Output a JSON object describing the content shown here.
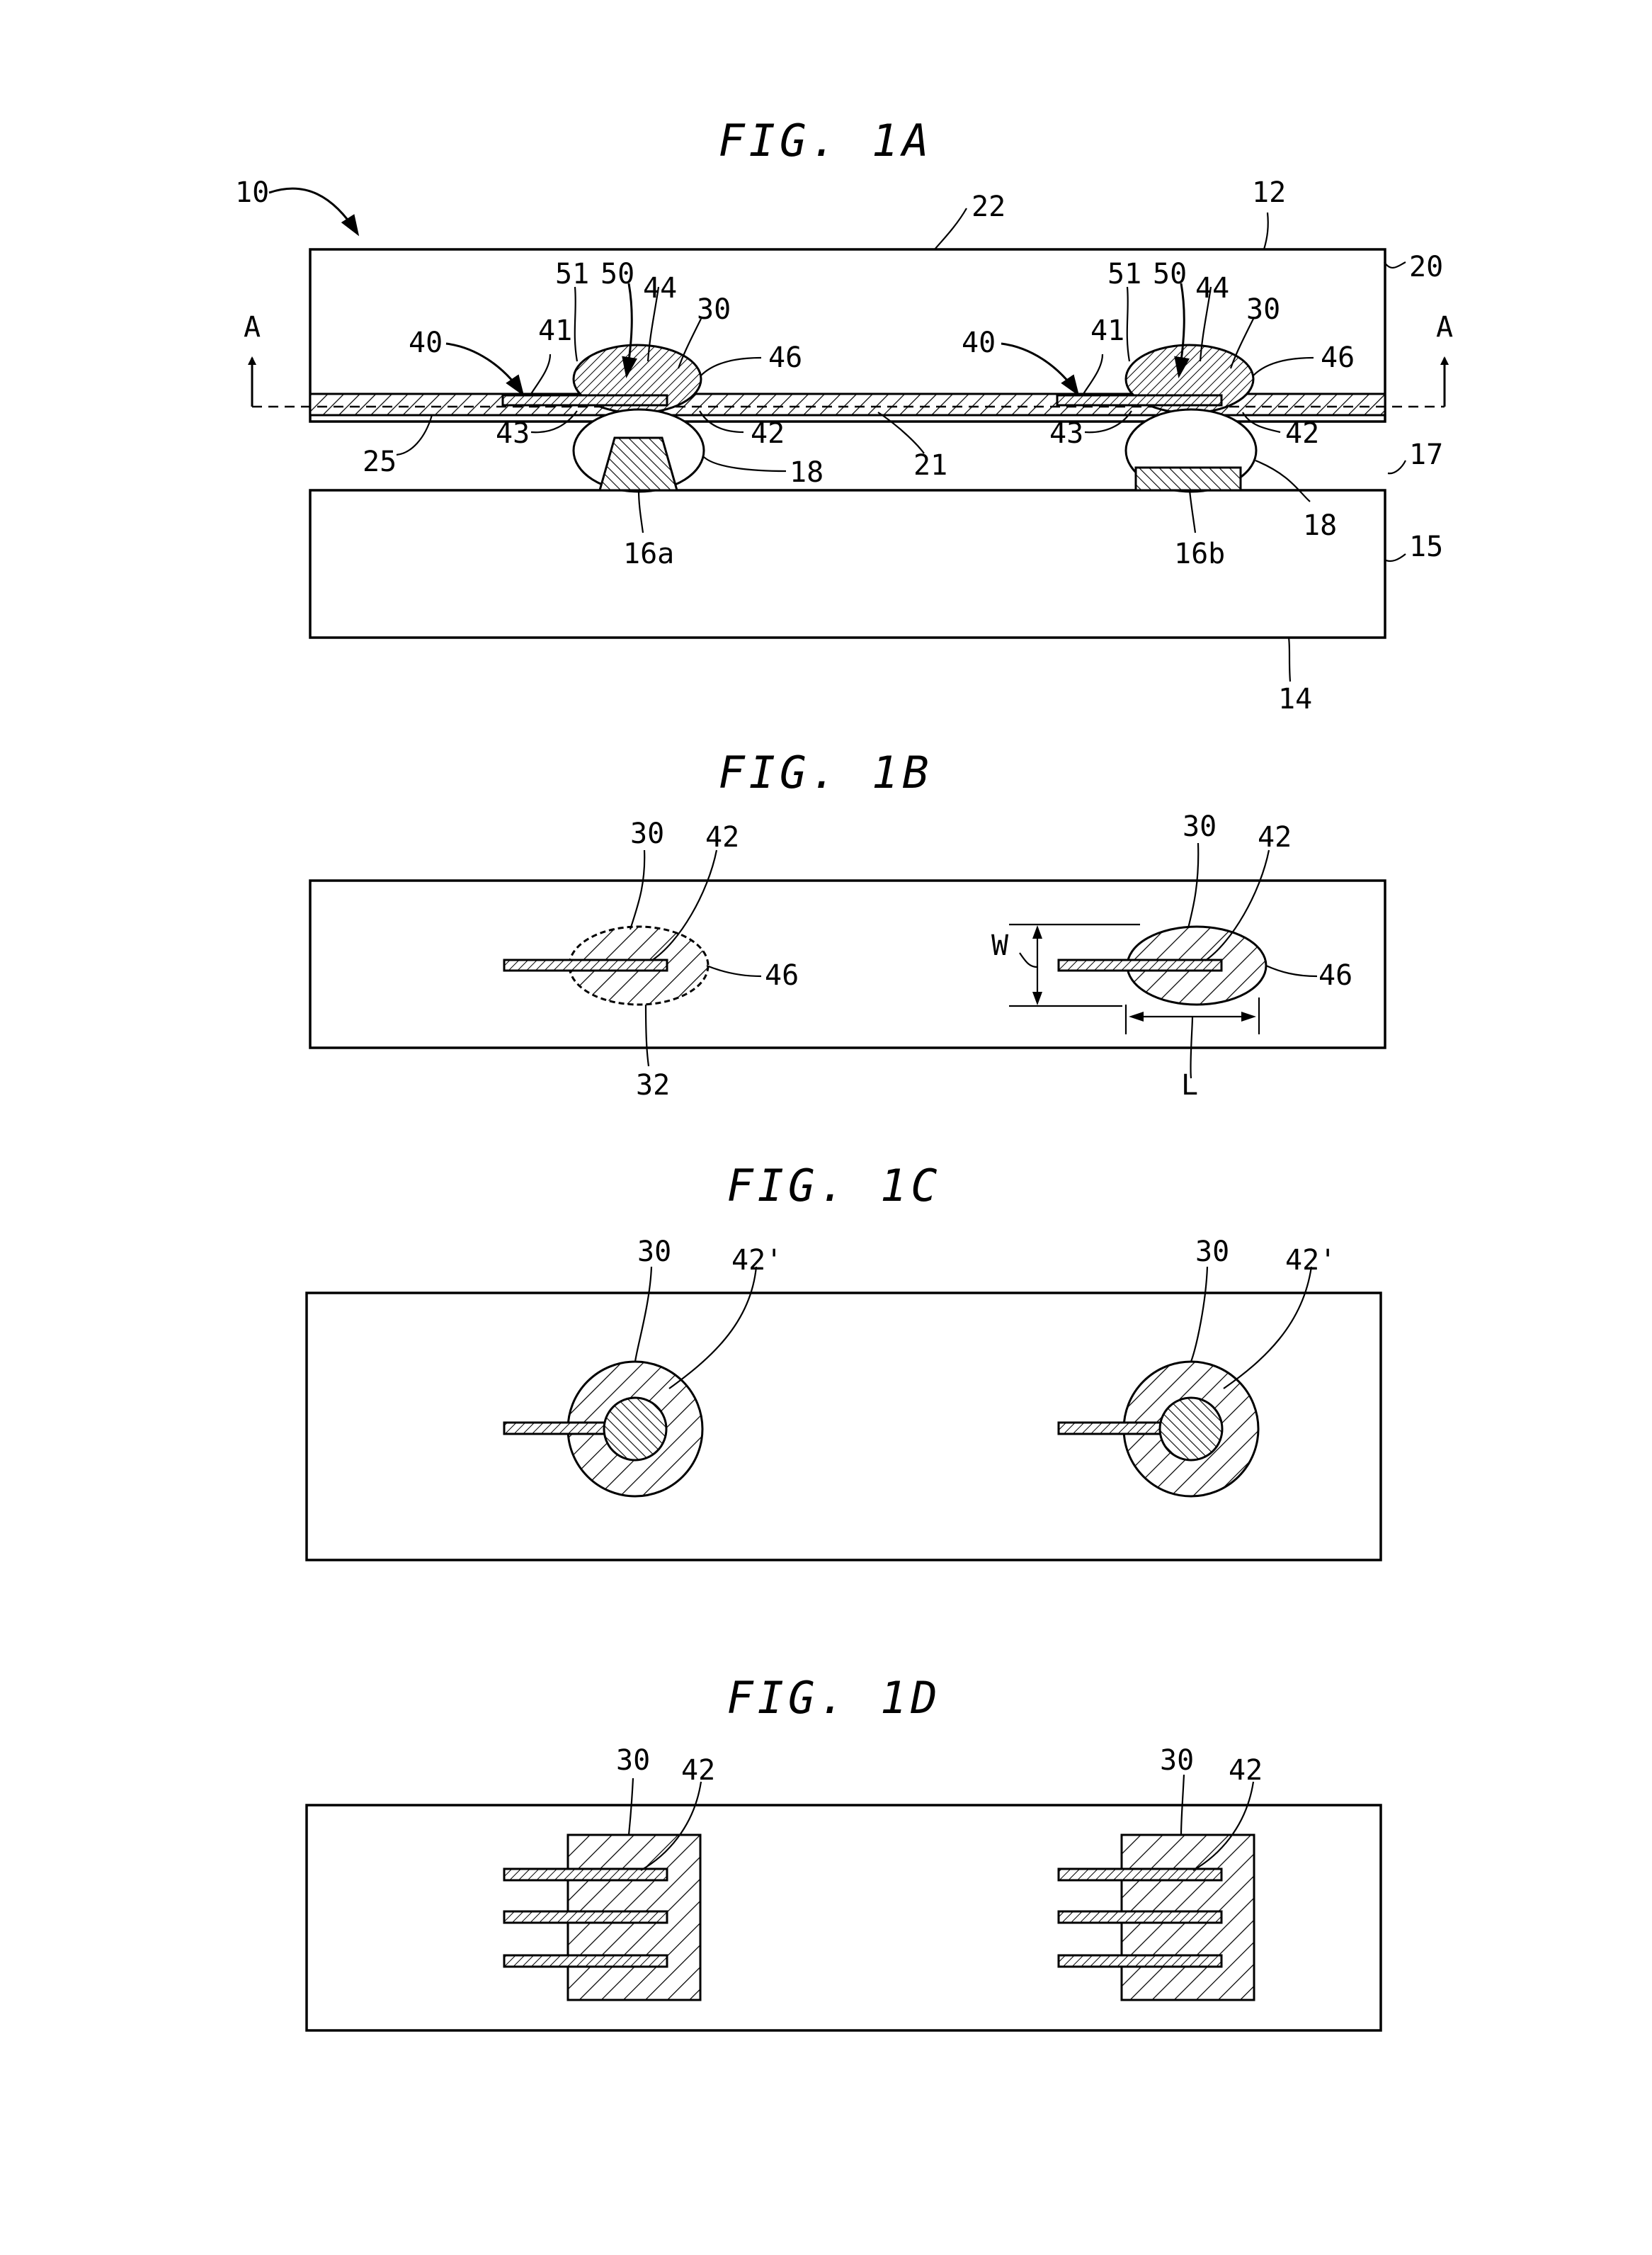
{
  "figures": {
    "fig1a": {
      "title": "FIG. 1A",
      "labels": {
        "ref10": "10",
        "ref12": "12",
        "ref22": "22",
        "ref20": "20",
        "sectionA": "A",
        "ref51": "51",
        "ref50": "50",
        "ref44": "44",
        "ref30": "30",
        "ref46": "46",
        "ref40": "40",
        "ref41": "41",
        "ref25": "25",
        "ref43": "43",
        "ref42": "42",
        "ref21": "21",
        "ref18": "18",
        "ref17": "17",
        "ref16a": "16a",
        "ref16b": "16b",
        "ref15": "15",
        "ref14": "14"
      }
    },
    "fig1b": {
      "title": "FIG. 1B",
      "labels": {
        "ref30": "30",
        "ref42": "42",
        "ref46": "46",
        "ref32": "32",
        "W": "W",
        "L": "L"
      }
    },
    "fig1c": {
      "title": "FIG. 1C",
      "labels": {
        "ref30": "30",
        "ref42p": "42'"
      }
    },
    "fig1d": {
      "title": "FIG. 1D",
      "labels": {
        "ref30": "30",
        "ref42": "42"
      }
    }
  }
}
